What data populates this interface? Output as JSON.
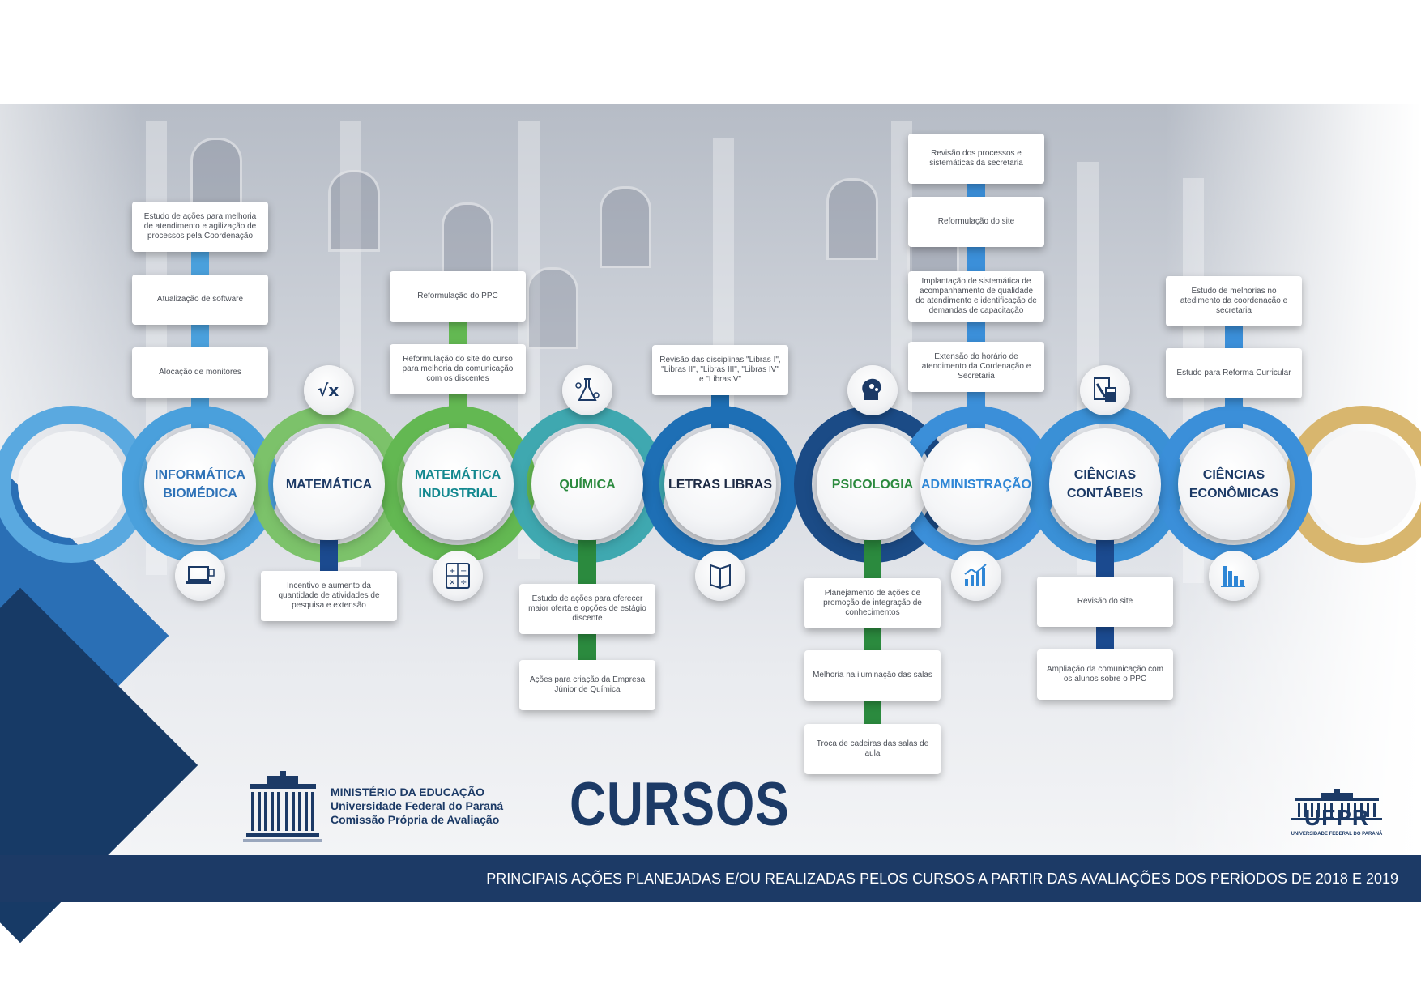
{
  "title": "CURSOS",
  "footer": "PRINCIPAIS AÇÕES PLANEJADAS E/OU REALIZADAS PELOS CURSOS A PARTIR DAS AVALIAÇÕES DOS PERÍODOS DE 2018 E 2019",
  "logo_left": {
    "line1": "MINISTÉRIO DA EDUCAÇÃO",
    "line2": "Universidade Federal do Paraná",
    "line3": "Comissão Própria de Avaliação"
  },
  "logo_right": {
    "acronym": "UFPR",
    "name": "UNIVERSIDADE FEDERAL DO PARANÁ"
  },
  "colors": {
    "navy": "#1c3a66",
    "blue": "#2a6fb5"
  },
  "courses": [
    {
      "name": "INFORMÁTICA\nBIOMÉDICA",
      "color": "#2f73b8",
      "ring": "#4aa0dc",
      "icon": "computer-icon",
      "top_actions": [
        "Estudo de ações para melhoria de atendimento e agilização de processos pela Coordenação",
        "Atualização de software",
        "Alocação de monitores"
      ],
      "bottom_actions": []
    },
    {
      "name": "MATEMÁTICA",
      "color": "#1c3a66",
      "ring": "#7cc26a",
      "icon": "square-root-icon",
      "top_actions": [],
      "bottom_actions": [
        "Incentivo e aumento da quantidade de atividades de pesquisa e extensão"
      ]
    },
    {
      "name": "MATEMÁTICA\nINDUSTRIAL",
      "color": "#13888f",
      "ring": "#63b852",
      "icon": "calculator-icon",
      "top_actions": [
        "Reformulação do PPC",
        "Reformulação do site do curso para melhoria da comunicação com os discentes"
      ],
      "bottom_actions": []
    },
    {
      "name": "QUÍMICA",
      "color": "#2b8a3e",
      "ring": "#3fa8b0",
      "icon": "flask-icon",
      "top_actions": [],
      "bottom_actions": [
        "Estudo de ações para oferecer maior oferta e opções de estágio discente",
        "Ações para criação da Empresa Júnior de Química"
      ]
    },
    {
      "name": "LETRAS LIBRAS",
      "color": "#1e2b45",
      "ring": "#1e6fb5",
      "icon": "book-icon",
      "top_actions": [
        "Revisão das disciplinas \"Libras I\", \"Libras II\", \"Libras III\", \"Libras IV\" e \"Libras V\""
      ],
      "bottom_actions": []
    },
    {
      "name": "PSICOLOGIA",
      "color": "#2b8a3e",
      "ring": "#1b4b86",
      "icon": "brain-icon",
      "top_actions": [],
      "bottom_actions": [
        "Planejamento de ações de promoção de integração de conhecimentos",
        "Melhoria na iluminação das salas",
        "Troca de cadeiras das salas de aula"
      ]
    },
    {
      "name": "ADMINISTRAÇÃO",
      "color": "#2e86d6",
      "ring": "#3b8fd9",
      "icon": "growth-chart-icon",
      "top_actions": [
        "Revisão dos processos e sistemáticas da secretaria",
        "Reformulação do site",
        "Implantação de sistemática de acompanhamento de qualidade do atendimento e identificação de demandas de capacitação",
        "Extensão do horário de atendimento da Cordenação e Secretaria"
      ],
      "bottom_actions": []
    },
    {
      "name": "CIÊNCIAS\nCONTÁBEIS",
      "color": "#1c3a66",
      "ring": "#3a90d6",
      "icon": "accounting-icon",
      "top_actions": [],
      "bottom_actions": [
        "Revisão do site",
        "Ampliação da comunicação com os alunos sobre o PPC"
      ]
    },
    {
      "name": "CIÊNCIAS\nECONÔMICAS",
      "color": "#1c3a66",
      "ring": "#3b8fd9",
      "icon": "bar-chart-icon",
      "top_actions": [
        "Estudo de melhorias no atedimento da coordenação e secretaria",
        "Estudo para Reforma Curricular"
      ],
      "bottom_actions": []
    }
  ]
}
